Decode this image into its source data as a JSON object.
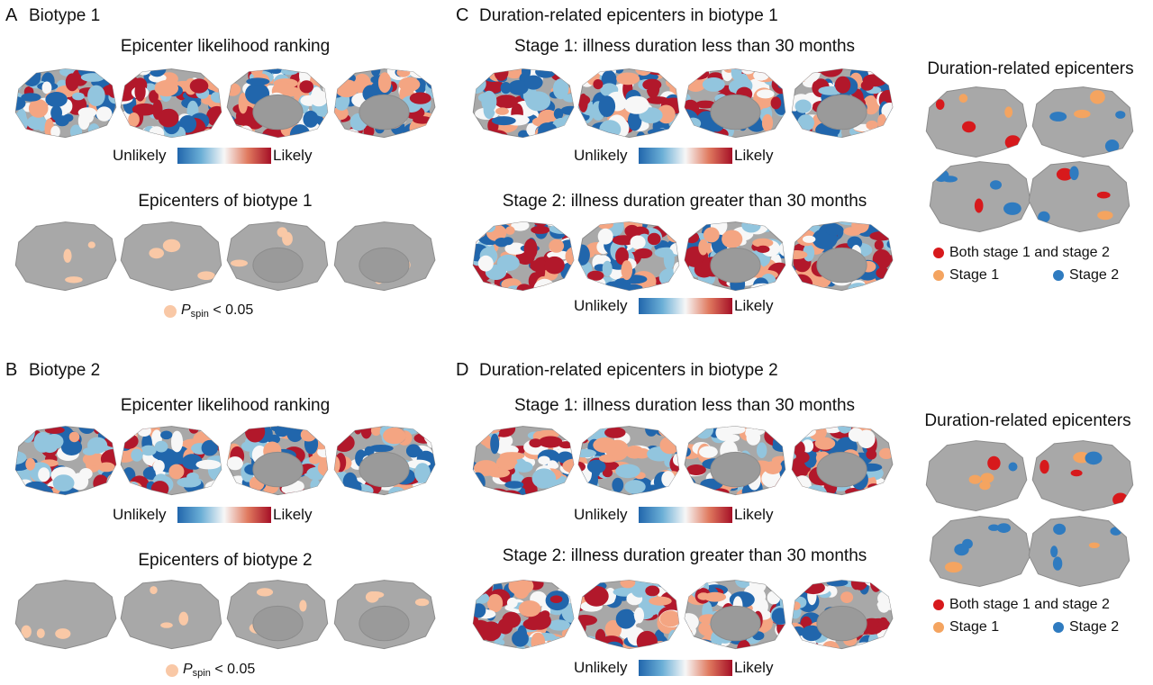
{
  "colors": {
    "brain_gray": "#a8a8a8",
    "red": "#b2182b",
    "light_red": "#f4a582",
    "white": "#f7f7f7",
    "light_blue": "#92c5de",
    "blue": "#2166ac",
    "epicenter_peach": "#f9c8a6",
    "both_stages": "#d7191c",
    "stage1": "#f4a460",
    "stage2": "#2f7bc0"
  },
  "panels": {
    "A": {
      "letter": "A",
      "heading": "Biotype 1",
      "ranking_title": "Epicenter likelihood ranking",
      "cb_low": "Unlikely",
      "cb_high": "Likely",
      "epicenter_title": "Epicenters of biotype 1",
      "p_symbol": "P",
      "p_sub": "spin",
      "p_text": "< 0.05"
    },
    "B": {
      "letter": "B",
      "heading": "Biotype 2",
      "ranking_title": "Epicenter likelihood ranking",
      "cb_low": "Unlikely",
      "cb_high": "Likely",
      "epicenter_title": "Epicenters of biotype 2",
      "p_symbol": "P",
      "p_sub": "spin",
      "p_text": "< 0.05"
    },
    "C": {
      "letter": "C",
      "heading": "Duration-related epicenters in biotype 1",
      "stage1_title": "Stage 1: illness duration less than 30 months",
      "stage2_title": "Stage 2: illness duration greater than 30 months",
      "cb_low": "Unlikely",
      "cb_high": "Likely",
      "side_title": "Duration-related epicenters",
      "legend_both": "Both stage 1 and stage 2",
      "legend_stage1": "Stage 1",
      "legend_stage2": "Stage 2"
    },
    "D": {
      "letter": "D",
      "heading": "Duration-related epicenters in biotype 2",
      "stage1_title": "Stage 1: illness duration less than 30 months",
      "stage2_title": "Stage 2: illness duration greater than 30 months",
      "cb_low": "Unlikely",
      "cb_high": "Likely",
      "side_title": "Duration-related epicenters",
      "legend_both": "Both stage 1 and stage 2",
      "legend_stage1": "Stage 1",
      "legend_stage2": "Stage 2"
    }
  }
}
